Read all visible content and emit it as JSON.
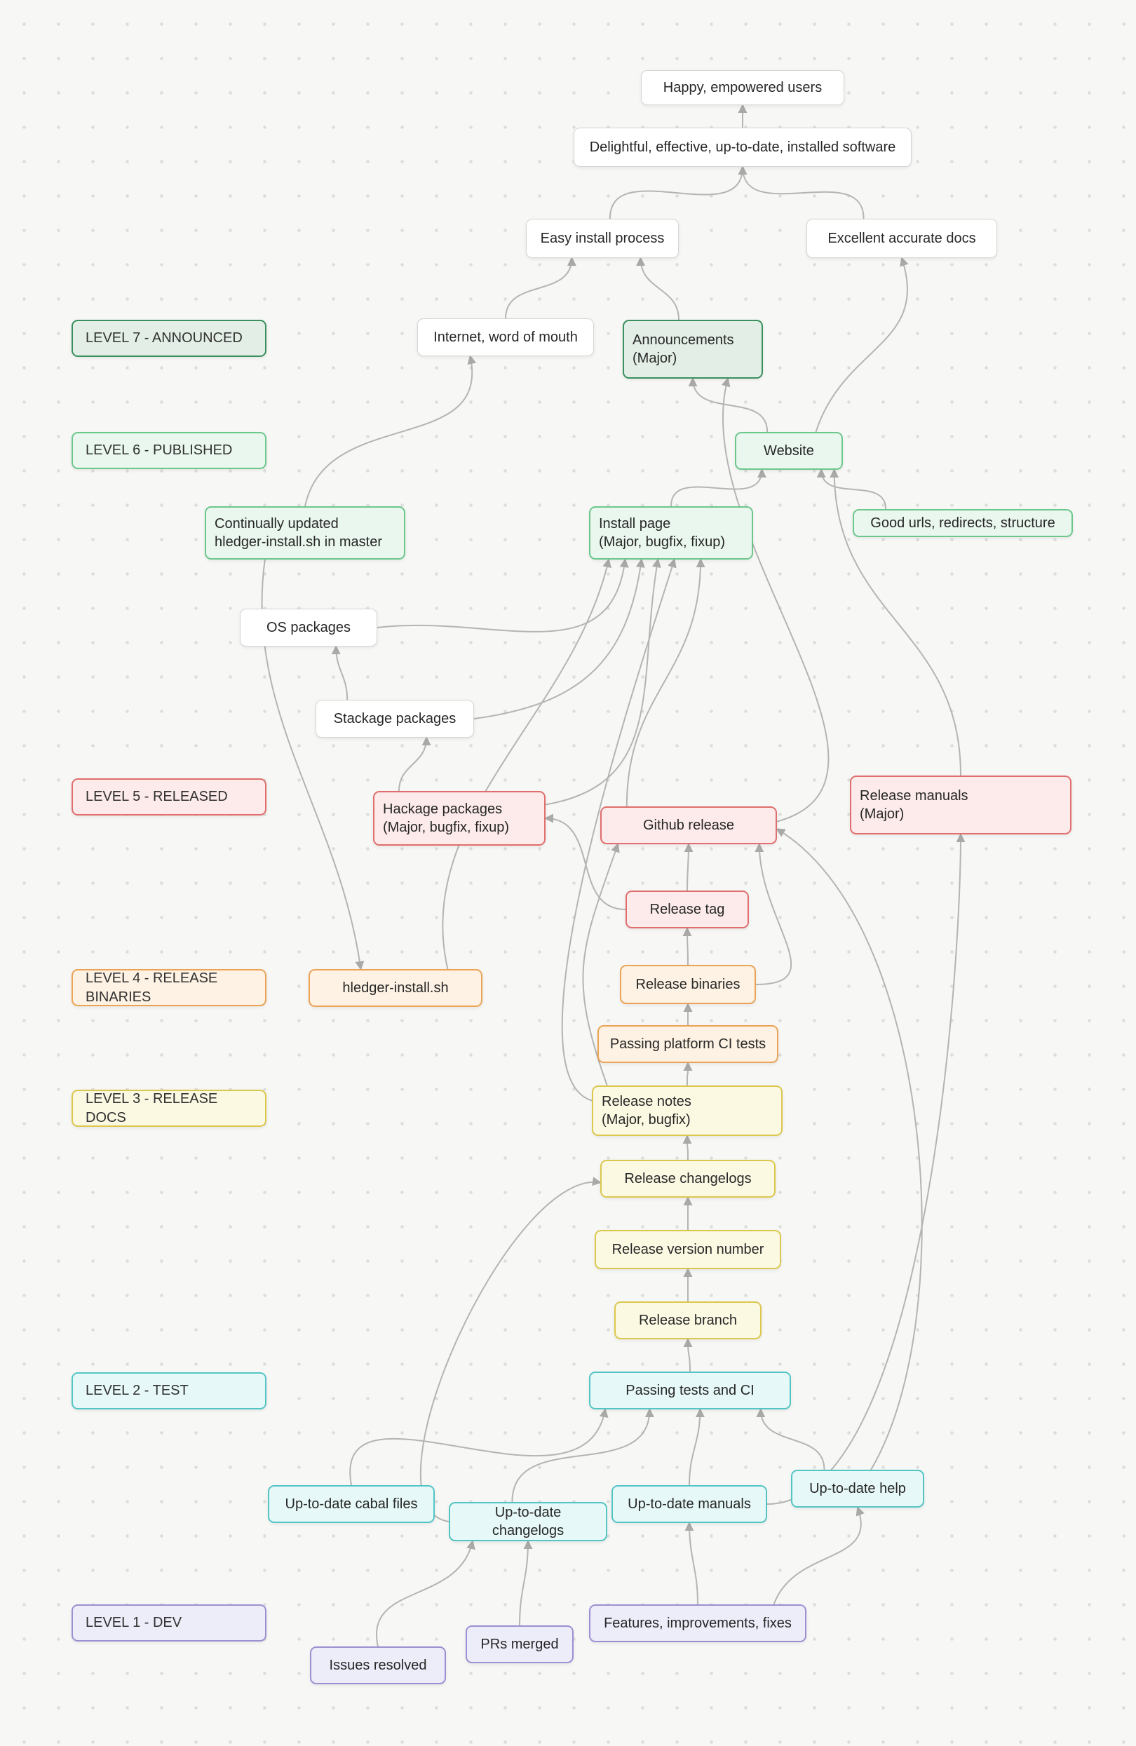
{
  "canvas": {
    "background": "#f7f7f5",
    "dot_color": "#dddddb",
    "edge_color": "#b4b4b2"
  },
  "palette": {
    "level7_announced": "#3a8f5f",
    "level6_published": "#6cc78c",
    "level5_released": "#e06e6e",
    "level4_release_binaries": "#eca355",
    "level3_release_docs": "#dcc74e",
    "level2_test": "#54c5c5",
    "level1_dev": "#9c90d2",
    "plain_node_border": "#d5d5d3"
  },
  "levels": [
    {
      "id": "level7",
      "label": "LEVEL 7 - ANNOUNCED"
    },
    {
      "id": "level6",
      "label": "LEVEL 6 - PUBLISHED"
    },
    {
      "id": "level5",
      "label": "LEVEL 5 - RELEASED"
    },
    {
      "id": "level4",
      "label": "LEVEL 4 - RELEASE BINARIES"
    },
    {
      "id": "level3",
      "label": "LEVEL 3 - RELEASE DOCS"
    },
    {
      "id": "level2",
      "label": "LEVEL 2 - TEST"
    },
    {
      "id": "level1",
      "label": "LEVEL 1 - DEV"
    }
  ],
  "nodes": {
    "happy": {
      "label": "Happy, empowered users"
    },
    "delightful": {
      "label": "Delightful, effective, up-to-date, installed software"
    },
    "easy": {
      "label": "Easy install process"
    },
    "docs": {
      "label": "Excellent accurate docs"
    },
    "internet": {
      "label": "Internet, word of mouth"
    },
    "announce": {
      "label": "Announcements",
      "sublabel": "(Major)"
    },
    "website": {
      "label": "Website"
    },
    "continually": {
      "label": "Continually updated",
      "sublabel": "hledger-install.sh in master"
    },
    "installpage": {
      "label": "Install page",
      "sublabel": "(Major, bugfix, fixup)"
    },
    "goodurls": {
      "label": "Good urls, redirects, structure"
    },
    "ospackages": {
      "label": "OS packages"
    },
    "stackage": {
      "label": "Stackage packages"
    },
    "hackage": {
      "label": "Hackage packages",
      "sublabel": "(Major, bugfix, fixup)"
    },
    "github": {
      "label": "Github release"
    },
    "relmanuals": {
      "label": "Release manuals",
      "sublabel": "(Major)"
    },
    "reltag": {
      "label": "Release tag"
    },
    "hledgerinstall": {
      "label": "hledger-install.sh"
    },
    "relbinaries": {
      "label": "Release binaries"
    },
    "platformci": {
      "label": "Passing platform CI tests"
    },
    "relnotes": {
      "label": "Release notes",
      "sublabel": "(Major, bugfix)"
    },
    "relchangelogs": {
      "label": "Release changelogs"
    },
    "relversion": {
      "label": "Release version number"
    },
    "relbranch": {
      "label": "Release branch"
    },
    "passingtests": {
      "label": "Passing tests and CI"
    },
    "utdcabal": {
      "label": "Up-to-date cabal files"
    },
    "utdchangelogs": {
      "label": "Up-to-date changelogs"
    },
    "utdmanuals": {
      "label": "Up-to-date manuals"
    },
    "utdhelp": {
      "label": "Up-to-date help"
    },
    "features": {
      "label": "Features, improvements, fixes"
    },
    "prs": {
      "label": "PRs merged"
    },
    "issues": {
      "label": "Issues resolved"
    }
  },
  "edges": [
    {
      "from": "delightful",
      "to": "happy"
    },
    {
      "from": "easy",
      "to": "delightful",
      "ff": 0.55,
      "tf": 0.5
    },
    {
      "from": "docs",
      "to": "delightful",
      "ff": 0.3,
      "tf": 0.5
    },
    {
      "from": "internet",
      "to": "easy",
      "ff": 0.5,
      "tf": 0.3
    },
    {
      "from": "announce",
      "to": "easy",
      "ff": 0.4,
      "tf": 0.75
    },
    {
      "from": "website",
      "to": "announce",
      "ff": 0.3
    },
    {
      "from": "website",
      "to": "docs",
      "ff": 0.75,
      "bow": 40
    },
    {
      "from": "github",
      "to": "announce",
      "f": "right",
      "ff": 0.4,
      "tf": 0.75,
      "bow": -60
    },
    {
      "from": "installpage",
      "to": "website",
      "ff": 0.5,
      "tf": 0.25
    },
    {
      "from": "goodurls",
      "to": "website",
      "ff": 0.15,
      "tf": 0.8
    },
    {
      "from": "relmanuals",
      "to": "website",
      "ff": 0.5,
      "tf": 0.92
    },
    {
      "from": "continually",
      "to": "internet",
      "ff": 0.5,
      "tf": 0.3,
      "bow": 30
    },
    {
      "from": "continually",
      "to": "hledgerinstall",
      "f": "bottom",
      "ff": 0.3,
      "t": "top",
      "tf": 0.3,
      "bow": -30
    },
    {
      "from": "ospackages",
      "to": "installpage",
      "f": "right",
      "ff": 0.5,
      "tf": 0.22,
      "bow": -20
    },
    {
      "from": "stackage",
      "to": "installpage",
      "f": "right",
      "ff": 0.5,
      "tf": 0.32,
      "bow": -20
    },
    {
      "from": "hackage",
      "to": "installpage",
      "f": "right",
      "ff": 0.25,
      "tf": 0.42,
      "bow": -30
    },
    {
      "from": "github",
      "to": "installpage",
      "ff": 0.15,
      "tf": 0.68
    },
    {
      "from": "hledgerinstall",
      "to": "installpage",
      "ff": 0.8,
      "tf": 0.12,
      "bow": -50
    },
    {
      "from": "relnotes",
      "to": "installpage",
      "f": "left",
      "ff": 0.3,
      "tf": 0.52,
      "bow": -40,
      "k": 130
    },
    {
      "from": "hackage",
      "to": "stackage",
      "ff": 0.15,
      "tf": 0.7
    },
    {
      "from": "stackage",
      "to": "ospackages",
      "ff": 0.2,
      "tf": 0.7
    },
    {
      "from": "reltag",
      "to": "github"
    },
    {
      "from": "relbinaries",
      "to": "reltag"
    },
    {
      "from": "relbinaries",
      "to": "github",
      "f": "right",
      "ff": 0.5,
      "tf": 0.9,
      "k": 110
    },
    {
      "from": "relnotes",
      "to": "github",
      "ff": 0.08,
      "tf": 0.1,
      "bow": -55
    },
    {
      "from": "reltag",
      "to": "hackage",
      "f": "left",
      "ff": 0.5,
      "t": "right",
      "tf": 0.5
    },
    {
      "from": "utdmanuals",
      "to": "relmanuals",
      "f": "right",
      "ff": 0.5,
      "tf": 0.5,
      "k": 220
    },
    {
      "from": "utdhelp",
      "to": "github",
      "ff": 0.6,
      "t": "right",
      "tf": 0.6,
      "bow": 130
    },
    {
      "from": "platformci",
      "to": "relbinaries"
    },
    {
      "from": "relnotes",
      "to": "platformci",
      "ff": 0.5
    },
    {
      "from": "relchangelogs",
      "to": "relnotes"
    },
    {
      "from": "relversion",
      "to": "relchangelogs"
    },
    {
      "from": "relbranch",
      "to": "relversion"
    },
    {
      "from": "passingtests",
      "to": "relbranch"
    },
    {
      "from": "utdcabal",
      "to": "passingtests",
      "tf": 0.08,
      "bow": -30
    },
    {
      "from": "utdchangelogs",
      "to": "passingtests",
      "ff": 0.4,
      "tf": 0.3
    },
    {
      "from": "utdmanuals",
      "to": "passingtests",
      "ff": 0.5,
      "tf": 0.55
    },
    {
      "from": "utdhelp",
      "to": "passingtests",
      "ff": 0.25,
      "tf": 0.85
    },
    {
      "from": "utdchangelogs",
      "to": "relchangelogs",
      "f": "left",
      "ff": 0.5,
      "t": "left",
      "tf": 0.6,
      "bow": -20,
      "k": 130
    },
    {
      "from": "features",
      "to": "utdmanuals",
      "ff": 0.5
    },
    {
      "from": "features",
      "to": "utdhelp",
      "ff": 0.85,
      "bow": 30
    },
    {
      "from": "prs",
      "to": "utdchangelogs",
      "ff": 0.5,
      "tf": 0.5
    },
    {
      "from": "issues",
      "to": "utdchangelogs",
      "ff": 0.5,
      "tf": 0.15,
      "bow": -20
    }
  ]
}
